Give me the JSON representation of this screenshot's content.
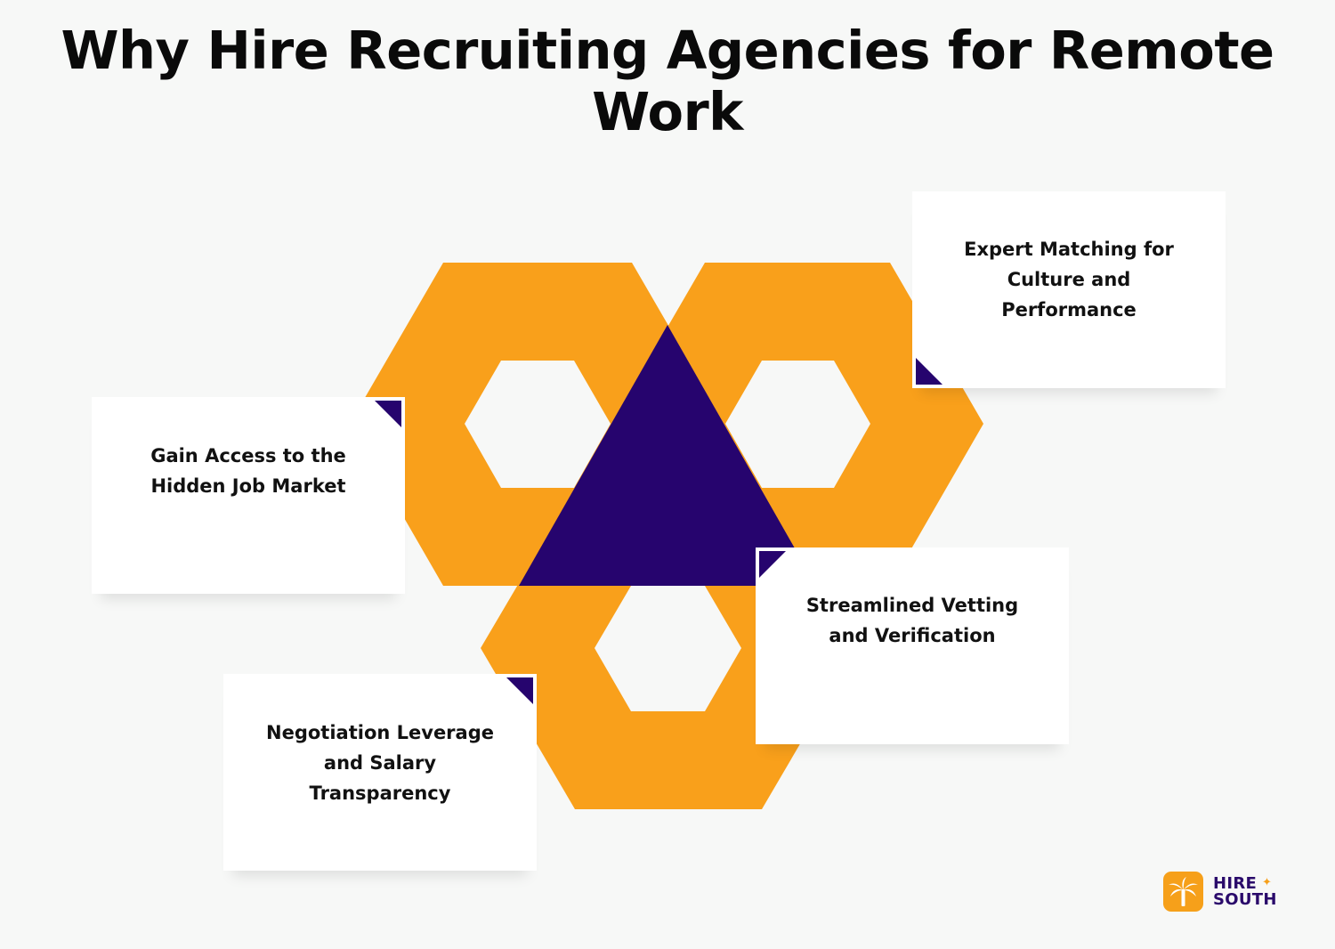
{
  "title": "Why Hire Recruiting Agencies for Remote Work",
  "colors": {
    "background": "#f7f8f7",
    "hexagon": "#f9a01b",
    "triangle": "#26046e",
    "card": "#ffffff",
    "corner": "#26046e"
  },
  "cards": [
    {
      "label": "Expert Matching for\nCulture and\nPerformance"
    },
    {
      "label": "Gain Access to the\nHidden Job Market"
    },
    {
      "label": "Streamlined Vetting\nand Verification"
    },
    {
      "label": "Negotiation Leverage\nand Salary\nTransparency"
    }
  ],
  "logo": {
    "line1": "HIRE",
    "line2": "SOUTH",
    "icon": "palm-tree-icon"
  }
}
